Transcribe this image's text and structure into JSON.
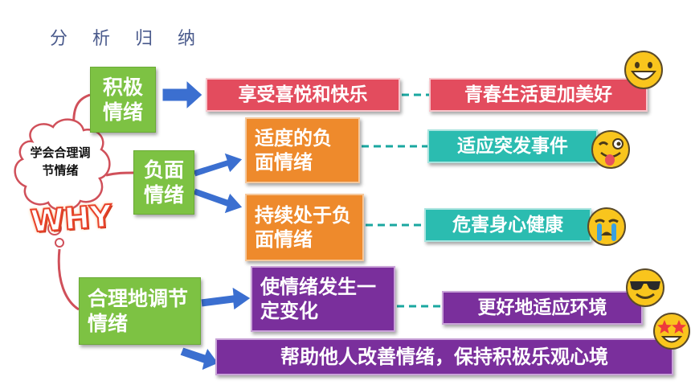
{
  "title": "分 析 归 纳",
  "center": {
    "text": "学会合理调节情绪",
    "why": "WHY"
  },
  "nodes": {
    "positive": "积极情绪",
    "negative": "负面情绪",
    "reasonable": "合理地调节情绪",
    "enjoy": "享受喜悦和快乐",
    "youth": "青春生活更加美好",
    "moderate": "适度的负面情绪",
    "adapt_sudden": "适应突发事件",
    "persistent": "持续处于负面情绪",
    "harm": "危害身心健康",
    "change": "使情绪发生一定变化",
    "better_adapt": "更好地适应环境",
    "help_others": "帮助他人改善情绪，保持积极乐观心境"
  },
  "colors": {
    "green": "#7dc243",
    "red": "#e34c5e",
    "orange": "#ee8a2c",
    "teal": "#2bbcb0",
    "purple": "#7a2f9c",
    "arrow": "#3b6fd0",
    "dash": "#1aa7a0",
    "branch": "#d0505a"
  },
  "icons": [
    "grinning-emoji-icon",
    "tongue-wink-emoji-icon",
    "crying-emoji-icon",
    "sunglasses-emoji-icon",
    "star-eyes-emoji-icon"
  ]
}
